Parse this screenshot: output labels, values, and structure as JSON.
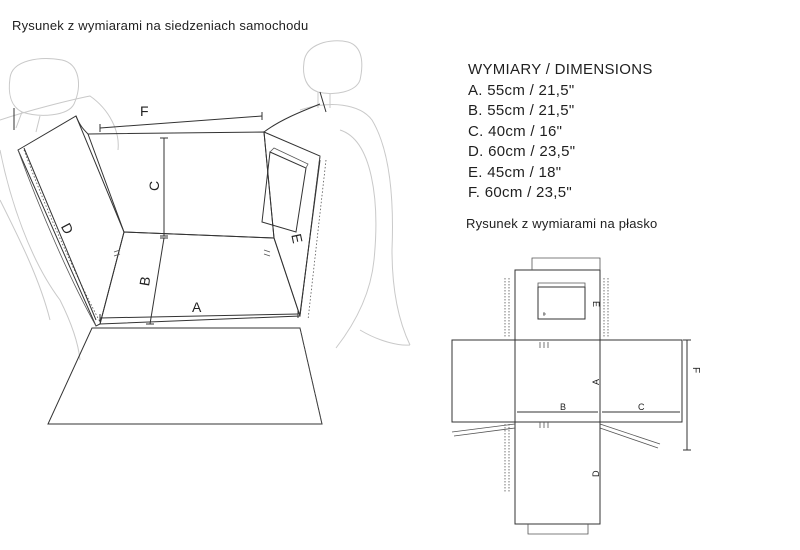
{
  "title_main": "Rysunek z wymiarami na siedzeniach samochodu",
  "dimensions_header": "WYMIARY / DIMENSIONS",
  "dimensions": [
    {
      "letter": "A",
      "text": "A. 55cm / 21,5\""
    },
    {
      "letter": "B",
      "text": "B. 55cm / 21,5\""
    },
    {
      "letter": "C",
      "text": "C. 40cm / 16\""
    },
    {
      "letter": "D",
      "text": "D. 60cm / 23,5\""
    },
    {
      "letter": "E",
      "text": "E. 45cm / 18\""
    },
    {
      "letter": "F",
      "text": "F. 60cm / 23,5\""
    }
  ],
  "title_flat": "Rysunek z wymiarami na płasko",
  "labels": {
    "A": "A",
    "B": "B",
    "C": "C",
    "D": "D",
    "E": "E",
    "F": "F"
  }
}
